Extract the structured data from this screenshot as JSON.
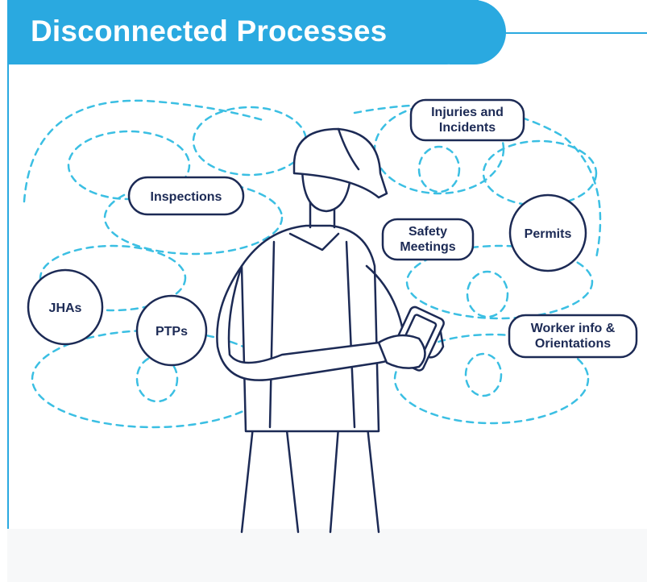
{
  "title": "Disconnected Processes",
  "colors": {
    "accent": "#2aa9e0",
    "navy": "#1c2a55",
    "dashed": "#3bbfe3"
  },
  "labels": {
    "inspections": "Inspections",
    "injuries_line1": "Injuries and",
    "injuries_line2": "Incidents",
    "safety_line1": "Safety",
    "safety_line2": "Meetings",
    "permits": "Permits",
    "jhas": "JHAs",
    "ptps": "PTPs",
    "worker_line1": "Worker info &",
    "worker_line2": "Orientations"
  },
  "icons": {
    "figure": "worker-hardhat-tablet-icon"
  }
}
